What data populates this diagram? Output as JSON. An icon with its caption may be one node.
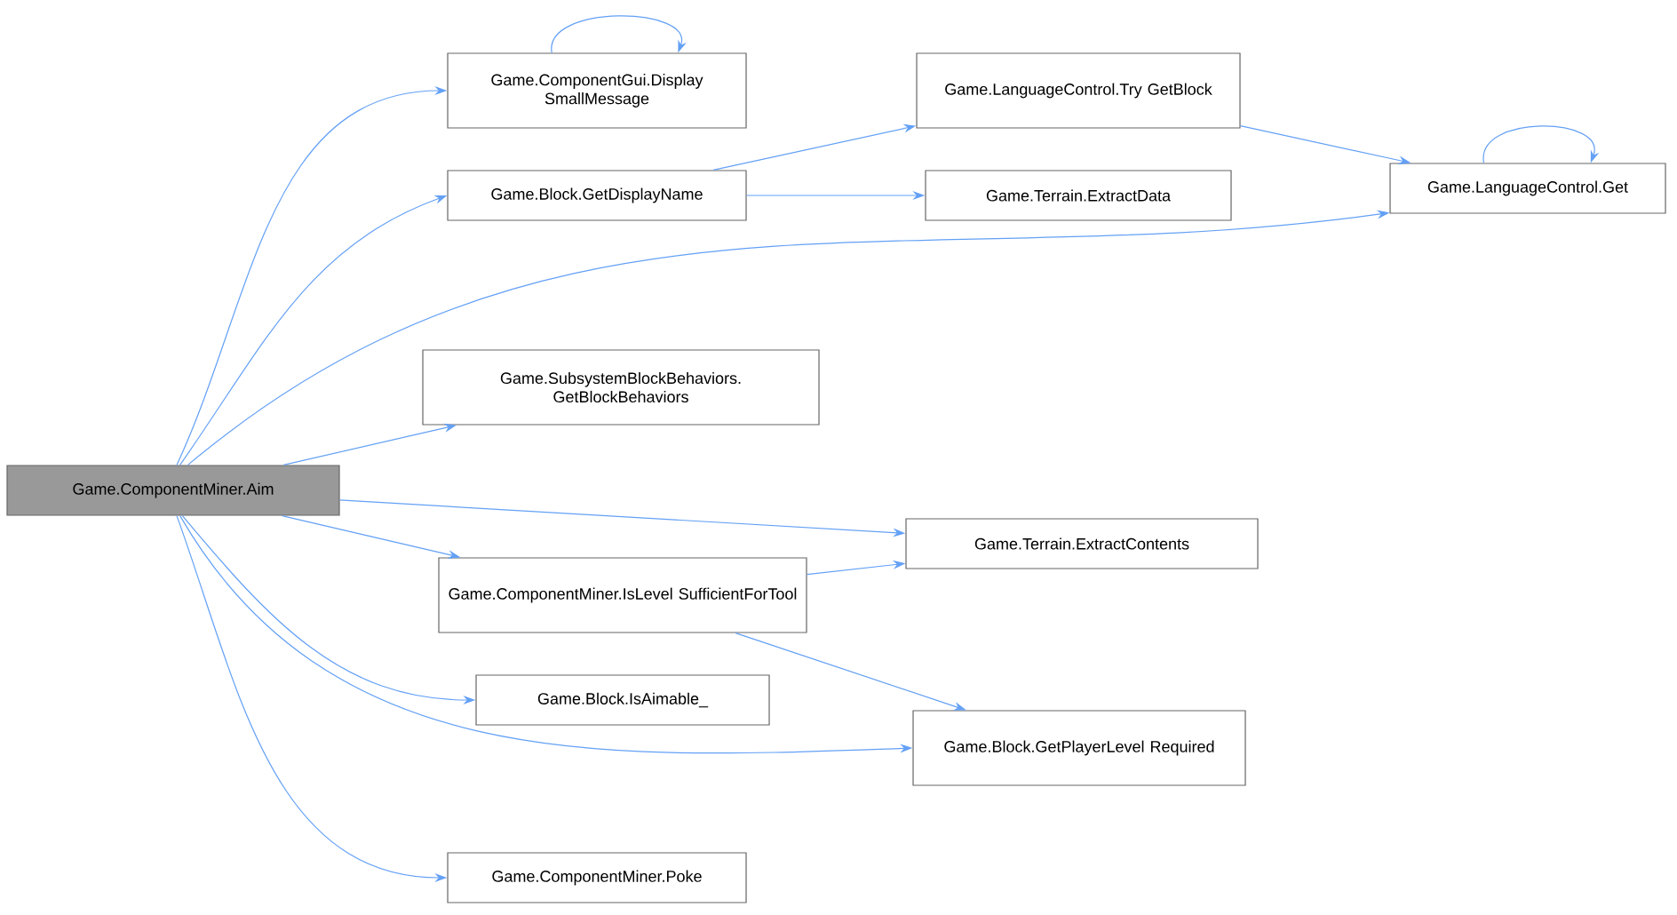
{
  "diagram": {
    "nodes": [
      {
        "text": [
          "Game.ComponentMiner.Aim"
        ]
      },
      {
        "text": [
          "Game.ComponentGui.Display SmallMessage"
        ]
      },
      {
        "text": [
          "Game.Block.GetDisplayName"
        ]
      },
      {
        "text": [
          "Game.LanguageControl.Try GetBlock"
        ]
      },
      {
        "text": [
          "Game.Terrain.ExtractData"
        ]
      },
      {
        "text": [
          "Game.LanguageControl.Get"
        ]
      },
      {
        "text": [
          "Game.SubsystemBlockBehaviors. GetBlockBehaviors"
        ]
      },
      {
        "text": [
          "Game.Terrain.ExtractContents"
        ]
      },
      {
        "text": [
          "Game.ComponentMiner.IsLevel SufficientForTool"
        ]
      },
      {
        "text": [
          "Game.Block.IsAimable_"
        ]
      },
      {
        "text": [
          "Game.Block.GetPlayerLevel Required"
        ]
      },
      {
        "text": [
          "Game.ComponentMiner.Poke"
        ]
      }
    ],
    "edges": [
      {
        "from": 0,
        "to": 1,
        "arrow": "to"
      },
      {
        "from": 1,
        "to": 1,
        "arrow": "to"
      },
      {
        "from": 0,
        "to": 2,
        "arrow": "to"
      },
      {
        "from": 2,
        "to": 3,
        "arrow": "to"
      },
      {
        "from": 2,
        "to": 4,
        "arrow": "to"
      },
      {
        "from": 3,
        "to": 5,
        "arrow": "to"
      },
      {
        "from": 5,
        "to": 5,
        "arrow": "to"
      },
      {
        "from": 0,
        "to": 5,
        "arrow": "to"
      },
      {
        "from": 0,
        "to": 6,
        "arrow": "to"
      },
      {
        "from": 0,
        "to": 7,
        "arrow": "to"
      },
      {
        "from": 0,
        "to": 8,
        "arrow": "to"
      },
      {
        "from": 8,
        "to": 7,
        "arrow": "to"
      },
      {
        "from": 8,
        "to": 10,
        "arrow": "to"
      },
      {
        "from": 0,
        "to": 9,
        "arrow": "to"
      },
      {
        "from": 0,
        "to": 10,
        "arrow": "to"
      },
      {
        "from": 0,
        "to": 11,
        "arrow": "to"
      }
    ]
  }
}
